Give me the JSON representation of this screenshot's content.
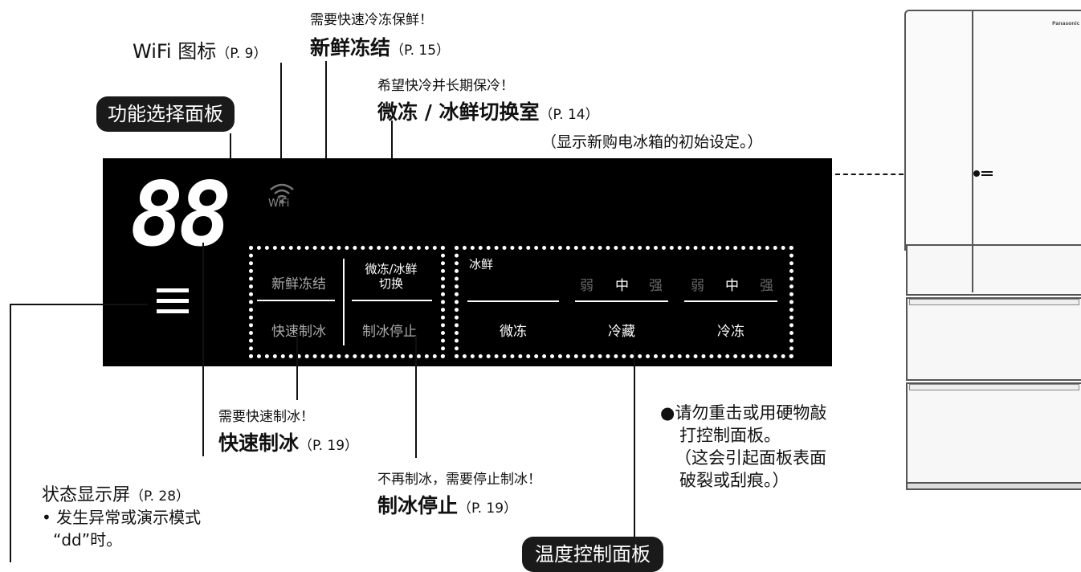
{
  "wifi_label": "WiFi 图标",
  "wifi_page": "（P. 9）",
  "fresh_freeze_note": "需要快速冷冻保鲜！",
  "fresh_freeze_label": "新鲜冻结",
  "fresh_freeze_page": "（P. 15）",
  "micro_note": "希望快冷并长期保冷！",
  "micro_label": "微冻 / 冰鲜切换室",
  "micro_page": "（P. 14）",
  "initial_setting_note": "（显示新购电冰箱的初始设定。）",
  "function_panel_tag": "功能选择面板",
  "temp_panel_tag": "温度控制面板",
  "display": {
    "digits": "88",
    "wifi_text": "WiFi",
    "buttons": {
      "fresh_freeze": "新鲜冻结",
      "micro_switch_line1": "微冻/冰鲜",
      "micro_switch_line2": "切换",
      "quick_ice": "快速制冰",
      "ice_stop": "制冰停止"
    },
    "temp": {
      "ice_fresh": "冰鲜",
      "weak": "弱",
      "mid": "中",
      "strong": "强",
      "micro_freeze": "微冻",
      "fridge": "冷藏",
      "freezer": "冷冻"
    }
  },
  "quick_ice_note": "需要快速制冰！",
  "quick_ice_label": "快速制冰",
  "quick_ice_page": "（P. 19）",
  "status_label": "状态显示屏",
  "status_page": "（P. 28）",
  "status_bullet_line1": "• 发生异常或演示模式",
  "status_bullet_line2": "“dd”时。",
  "ice_stop_note": "不再制冰，需要停止制冰！",
  "ice_stop_label": "制冰停止",
  "ice_stop_page": "（P. 19）",
  "warning_line1": "●请勿重击或用硬物敲",
  "warning_line2": "打控制面板。",
  "warning_line3": "（这会引起面板表面",
  "warning_line4": "破裂或刮痕。）",
  "fridge_brand": "Panasonic"
}
